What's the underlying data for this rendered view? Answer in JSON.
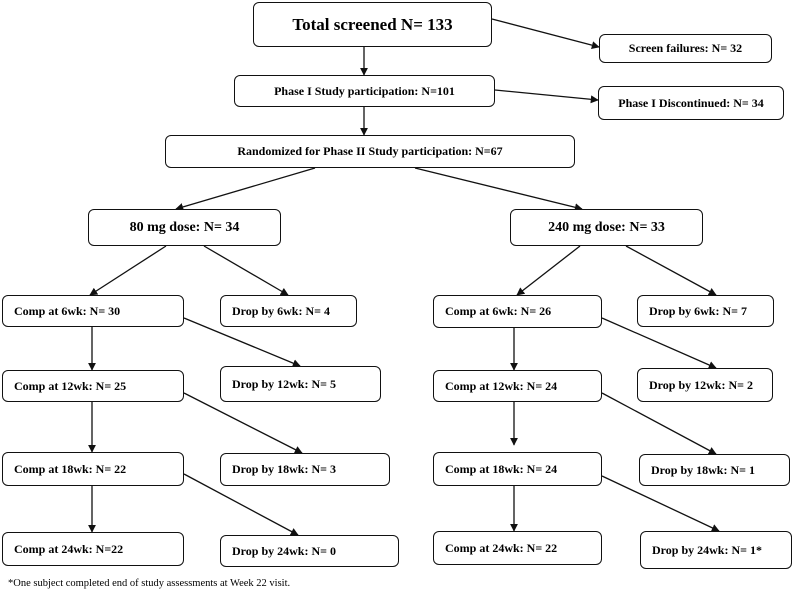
{
  "nodes": {
    "total_screened": "Total screened N= 133",
    "screen_failures": "Screen failures: N= 32",
    "phase1_participation": "Phase I Study participation: N=101",
    "phase1_discontinued": "Phase I Discontinued: N= 34",
    "randomized": "Randomized for Phase II Study participation: N=67"
  },
  "arms": {
    "dose80": {
      "label": "80 mg dose: N= 34",
      "comp": [
        "Comp at 6wk: N= 30",
        "Comp at 12wk: N= 25",
        "Comp at 18wk: N= 22",
        "Comp at 24wk: N=22"
      ],
      "drop": [
        "Drop by 6wk: N= 4",
        "Drop by 12wk: N= 5",
        "Drop by 18wk: N= 3",
        "Drop by 24wk: N= 0"
      ]
    },
    "dose240": {
      "label": "240 mg dose: N= 33",
      "comp": [
        "Comp at 6wk: N= 26",
        "Comp at 12wk: N= 24",
        "Comp at 18wk: N= 24",
        "Comp at 24wk: N= 22"
      ],
      "drop": [
        "Drop by 6wk: N= 7",
        "Drop by 12wk: N= 2",
        "Drop by 18wk: N= 1",
        "Drop by 24wk: N= 1*"
      ]
    }
  },
  "footnote": "*One subject completed end of study assessments at Week 22 visit.",
  "colors": {
    "line": "#111111",
    "background": "#ffffff",
    "text": "#000000"
  }
}
